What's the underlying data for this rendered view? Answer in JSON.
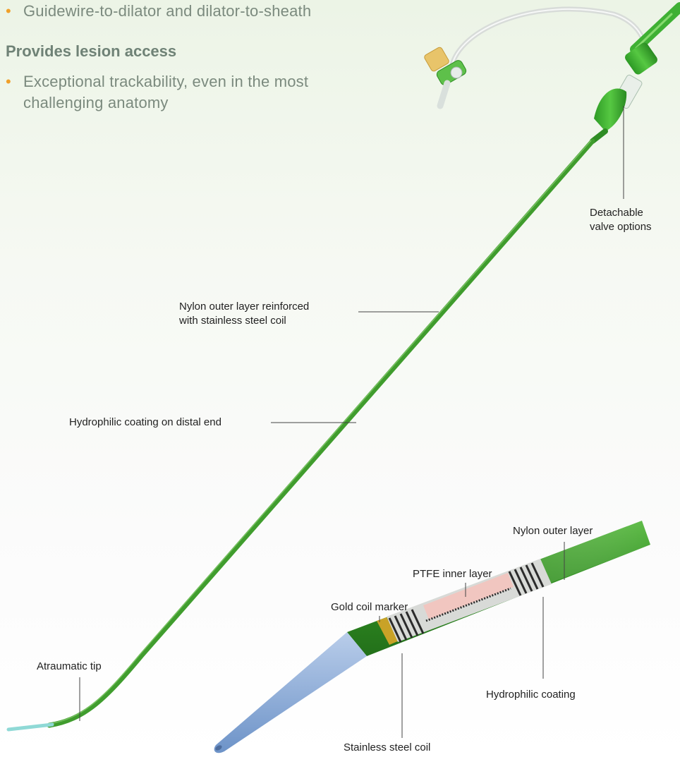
{
  "intro_bullets": [
    "Guidewire-to-dilator and dilator-to-sheath"
  ],
  "section": {
    "heading": "Provides lesion access",
    "bullets": [
      "Exceptional trackability, even in the most",
      "challenging anatomy"
    ]
  },
  "callouts": {
    "valve_line1": "Detachable",
    "valve_line2": "valve options",
    "nylon_line1": "Nylon outer layer reinforced",
    "nylon_line2": "with stainless steel coil",
    "hydrophilic_distal": "Hydrophilic coating on distal end",
    "atraumatic_tip": "Atraumatic tip",
    "nylon_outer": "Nylon outer layer",
    "ptfe_inner": "PTFE inner layer",
    "gold_coil": "Gold coil marker",
    "hydrophilic": "Hydrophilic coating",
    "steel_coil": "Stainless steel coil"
  },
  "colors": {
    "sheath_green": "#3f9a2c",
    "hub_green": "#3fb034",
    "tip_blue": "#8fb0dc",
    "gold": "#c9a227",
    "ptfe_pink": "#f1c6c0",
    "bullet_orange": "#f0a02a"
  }
}
